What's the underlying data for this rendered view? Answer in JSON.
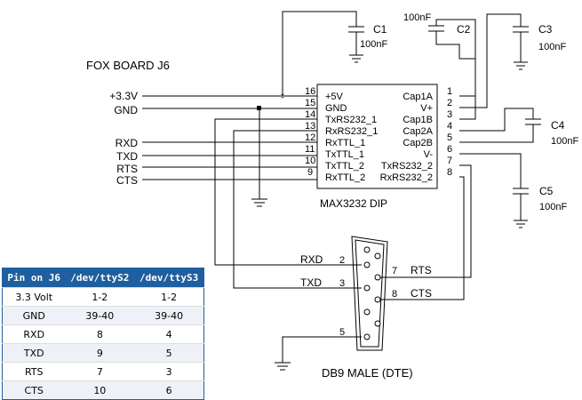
{
  "title": "FOX BOARD J6",
  "connector": {
    "power": "+3.3V",
    "ground": "GND",
    "signals": [
      "RXD",
      "TXD",
      "RTS",
      "CTS"
    ]
  },
  "chip": {
    "name": "MAX3232 DIP",
    "left_pins": [
      {
        "num": "16",
        "label": "+5V"
      },
      {
        "num": "15",
        "label": "GND"
      },
      {
        "num": "14",
        "label": "TxRS232_1"
      },
      {
        "num": "13",
        "label": "RxRS232_1"
      },
      {
        "num": "12",
        "label": "RxTTL_1"
      },
      {
        "num": "11",
        "label": "TxTTL_1"
      },
      {
        "num": "10",
        "label": "TxTTL_2"
      },
      {
        "num": "9",
        "label": "RxTTL_2"
      }
    ],
    "right_pins": [
      {
        "num": "1",
        "label": "Cap1A"
      },
      {
        "num": "2",
        "label": "V+"
      },
      {
        "num": "3",
        "label": "Cap1B"
      },
      {
        "num": "4",
        "label": "Cap2A"
      },
      {
        "num": "5",
        "label": "Cap2B"
      },
      {
        "num": "6",
        "label": "V-"
      },
      {
        "num": "7",
        "label": "TxRS232_2"
      },
      {
        "num": "8",
        "label": "RxRS232_2"
      }
    ]
  },
  "capacitors": {
    "c1": {
      "name": "C1",
      "value": "100nF"
    },
    "c2": {
      "name": "C2",
      "value": "100nF"
    },
    "c3": {
      "name": "C3",
      "value": "100nF"
    },
    "c4": {
      "name": "C4",
      "value": "100nF"
    },
    "c5": {
      "name": "C5",
      "value": "100nF"
    }
  },
  "db9": {
    "label": "DB9 MALE (DTE)",
    "pins": [
      {
        "num": "2",
        "label": "RXD"
      },
      {
        "num": "3",
        "label": "TXD"
      },
      {
        "num": "7",
        "label": "RTS"
      },
      {
        "num": "8",
        "label": "CTS"
      },
      {
        "num": "5",
        "label": ""
      }
    ]
  },
  "pin_table": {
    "headers": [
      "Pin on J6",
      "/dev/ttyS2",
      "/dev/ttyS3"
    ],
    "rows": [
      [
        "3.3 Volt",
        "1-2",
        "1-2"
      ],
      [
        "GND",
        "39-40",
        "39-40"
      ],
      [
        "RXD",
        "8",
        "4"
      ],
      [
        "TXD",
        "9",
        "5"
      ],
      [
        "RTS",
        "7",
        "3"
      ],
      [
        "CTS",
        "10",
        "6"
      ]
    ]
  }
}
